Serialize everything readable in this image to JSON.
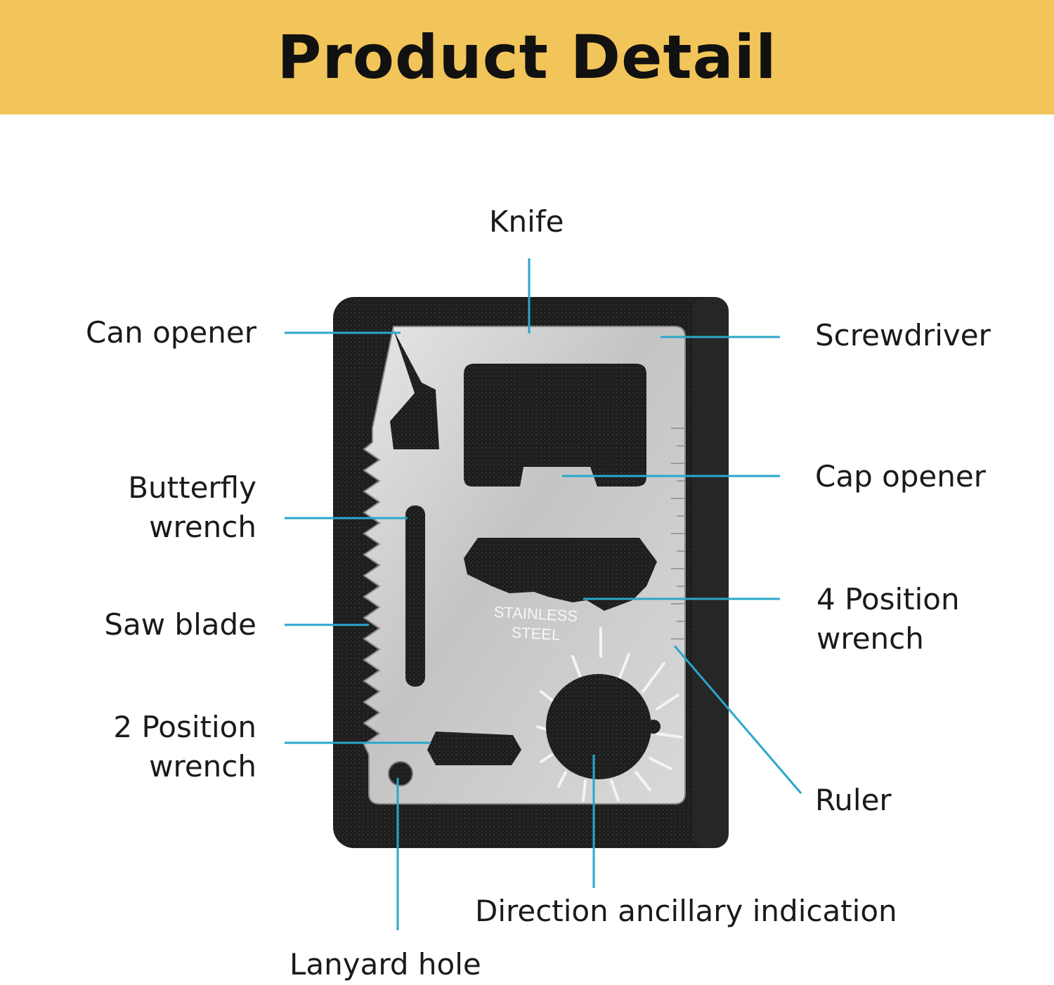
{
  "header": {
    "title": "Product Detail"
  },
  "colors": {
    "banner": "#f2c55a",
    "leader_line": "#2aa7cc"
  },
  "card": {
    "engraving_line1": "STAINLESS",
    "engraving_line2": "STEEL"
  },
  "labels": {
    "knife": "Knife",
    "can_opener": "Can opener",
    "screwdriver": "Screwdriver",
    "butterfly_wrench": "Butterfly\nwrench",
    "cap_opener": "Cap opener",
    "saw_blade": "Saw blade",
    "four_position_wrench": "4 Position\nwrench",
    "two_position_wrench": "2 Position\nwrench",
    "ruler": "Ruler",
    "direction_indication": "Direction ancillary indication",
    "lanyard_hole": "Lanyard hole"
  }
}
